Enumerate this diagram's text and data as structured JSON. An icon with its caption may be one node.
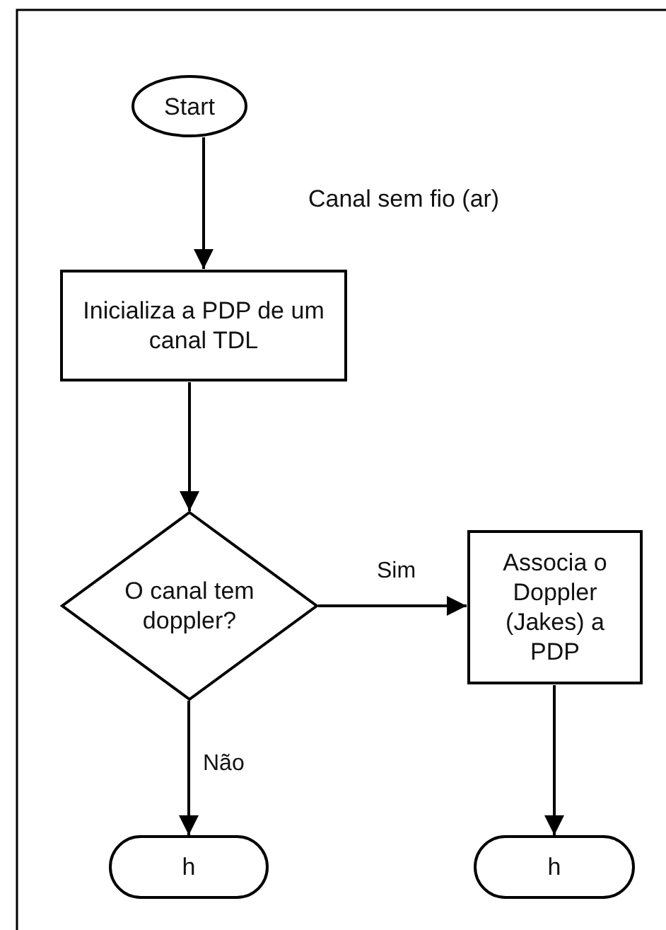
{
  "diagram": {
    "nodes": [
      {
        "text": [
          "Start"
        ]
      },
      {
        "text": [
          "Inicializa a PDP de um canal TDL"
        ]
      },
      {
        "text": [
          "O canal tem doppler?"
        ]
      },
      {
        "text": [
          "Associa o Doppler (Jakes) a PDP"
        ]
      },
      {
        "text": [
          "h"
        ]
      },
      {
        "text": [
          "h"
        ]
      }
    ],
    "edges": [
      {
        "from": 0,
        "to": 1,
        "arrow": "to"
      },
      {
        "from": 1,
        "to": 2,
        "arrow": "to"
      },
      {
        "from": 2,
        "to": 3,
        "arrow": "to",
        "label": "Sim"
      },
      {
        "from": 2,
        "to": 4,
        "arrow": "to",
        "label": "Não"
      },
      {
        "from": 3,
        "to": 5,
        "arrow": "to"
      }
    ],
    "labels": [
      "Canal sem fio (ar)"
    ]
  }
}
